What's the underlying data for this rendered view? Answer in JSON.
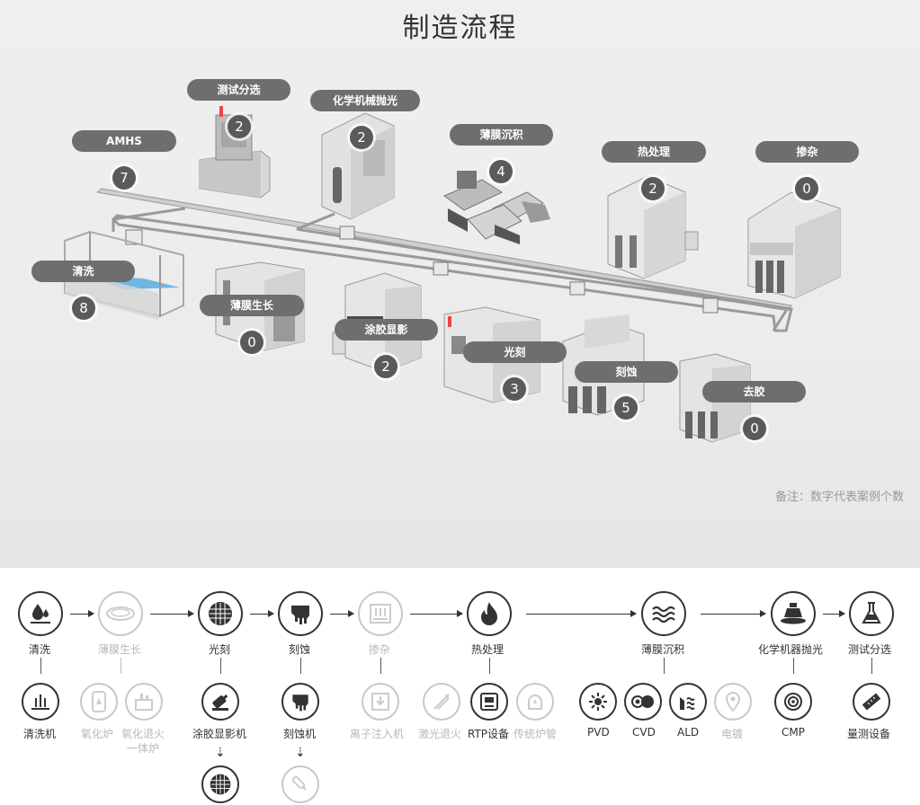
{
  "title": "制造流程",
  "note": "备注：数字代表案例个数",
  "stations": {
    "amhs": {
      "label": "AMHS",
      "count": "7"
    },
    "test": {
      "label": "测试分选",
      "count": "2"
    },
    "cmp": {
      "label": "化学机械抛光",
      "count": "2"
    },
    "film_dep": {
      "label": "薄膜沉积",
      "count": "4"
    },
    "heat": {
      "label": "热处理",
      "count": "2"
    },
    "doping": {
      "label": "掺杂",
      "count": "0"
    },
    "clean": {
      "label": "清洗",
      "count": "8"
    },
    "film_grow": {
      "label": "薄膜生长",
      "count": "0"
    },
    "coat": {
      "label": "涂胶显影",
      "count": "2"
    },
    "litho": {
      "label": "光刻",
      "count": "3"
    },
    "etch": {
      "label": "刻蚀",
      "count": "5"
    },
    "strip": {
      "label": "去胶",
      "count": "0"
    }
  },
  "flow": {
    "steps": [
      {
        "label": "清洗",
        "icon": "drop-icon",
        "active": true
      },
      {
        "label": "薄膜生长",
        "icon": "wafer-ring-icon",
        "active": false
      },
      {
        "label": "光刻",
        "icon": "wafer-grid-icon",
        "active": true
      },
      {
        "label": "刻蚀",
        "icon": "etch-blob-icon",
        "active": true
      },
      {
        "label": "掺杂",
        "icon": "implant-icon",
        "active": false
      },
      {
        "label": "热处理",
        "icon": "flame-icon",
        "active": true
      },
      {
        "label": "薄膜沉积",
        "icon": "wave-icon",
        "active": true
      },
      {
        "label": "化学机器抛光",
        "icon": "polish-icon",
        "active": true
      },
      {
        "label": "测试分选",
        "icon": "flask-icon",
        "active": true
      }
    ],
    "equipment": [
      {
        "label": "清洗机",
        "icon": "bath-icon",
        "active": true
      },
      {
        "label": "氧化炉",
        "icon": "furnace-icon",
        "active": false
      },
      {
        "label": "氧化退火",
        "label2": "一体炉",
        "icon": "anneal-furnace-icon",
        "active": false
      },
      {
        "label": "涂胶显影机",
        "icon": "coater-icon",
        "active": true
      },
      {
        "label": "刻蚀机",
        "icon": "etcher-icon",
        "active": true
      },
      {
        "label": "离子注入机",
        "icon": "ion-implanter-icon",
        "active": false
      },
      {
        "label": "激光退火",
        "icon": "laser-icon",
        "active": false
      },
      {
        "label": "RTP设备",
        "icon": "rtp-icon",
        "active": true
      },
      {
        "label": "传统炉管",
        "icon": "tube-furnace-icon",
        "active": false
      },
      {
        "label": "PVD",
        "icon": "pvd-icon",
        "active": true
      },
      {
        "label": "CVD",
        "icon": "cvd-icon",
        "active": true
      },
      {
        "label": "ALD",
        "icon": "ald-icon",
        "active": true
      },
      {
        "label": "电镀",
        "icon": "plating-icon",
        "active": false
      },
      {
        "label": "CMP",
        "icon": "cmp-icon",
        "active": true
      },
      {
        "label": "量测设备",
        "icon": "metrology-icon",
        "active": true
      }
    ],
    "sub": [
      {
        "icon": "stepper-wafer-icon",
        "active": true
      },
      {
        "icon": "etch-tool-icon",
        "active": false
      }
    ]
  }
}
